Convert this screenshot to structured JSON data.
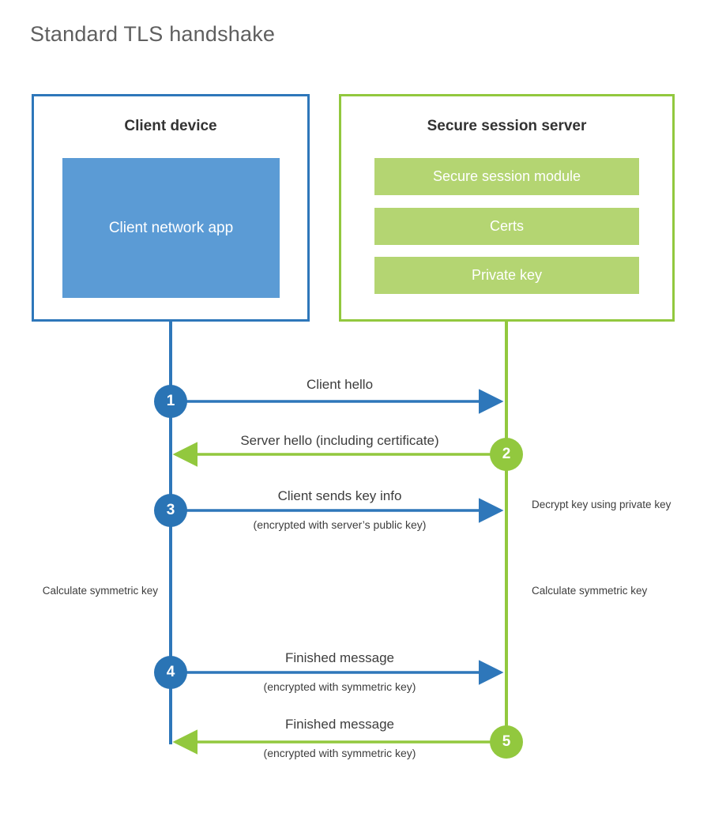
{
  "title": "Standard TLS handshake",
  "colors": {
    "client_blue": "#2e77ba",
    "client_app_fill": "#5b9bd5",
    "server_green": "#92c83e",
    "server_bar_fill": "#b4d572",
    "text_dark": "#3d3d3d",
    "title_gray": "#5f5f5f"
  },
  "client": {
    "title": "Client device",
    "app_label": "Client network app"
  },
  "server": {
    "title": "Secure session server",
    "bars": [
      {
        "label": "Secure session module"
      },
      {
        "label": "Certs"
      },
      {
        "label": "Private key"
      }
    ]
  },
  "steps": [
    {
      "number": "1",
      "direction": "client-to-server",
      "color": "blue",
      "primary": "Client hello",
      "secondary": ""
    },
    {
      "number": "2",
      "direction": "server-to-client",
      "color": "green",
      "primary": "Server hello (including certificate)",
      "secondary": ""
    },
    {
      "number": "3",
      "direction": "client-to-server",
      "color": "blue",
      "primary": "Client sends key info",
      "secondary": "(encrypted with server’s public key)"
    },
    {
      "number": "4",
      "direction": "client-to-server",
      "color": "blue",
      "primary": "Finished message",
      "secondary": "(encrypted with symmetric key)"
    },
    {
      "number": "5",
      "direction": "server-to-client",
      "color": "green",
      "primary": "Finished message",
      "secondary": "(encrypted with symmetric key)"
    }
  ],
  "annotations": {
    "decrypt_key": "Decrypt key using private key",
    "calculate_symmetric_key_client": "Calculate symmetric key",
    "calculate_symmetric_key_server": "Calculate symmetric key"
  }
}
